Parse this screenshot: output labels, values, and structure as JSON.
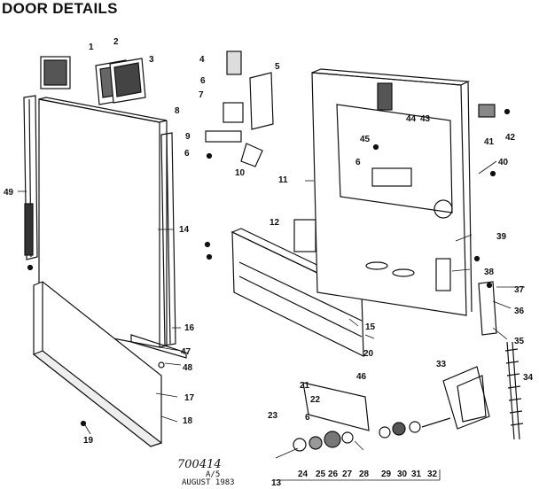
{
  "title": "DOOR DETAILS",
  "notes": {
    "handwritten": "700414",
    "revision": "A/5",
    "date": "AUGUST 1983"
  },
  "callouts": [
    "1",
    "2",
    "3",
    "4",
    "5",
    "6",
    "6",
    "6",
    "7",
    "8",
    "9",
    "10",
    "11",
    "12",
    "13",
    "14",
    "15",
    "16",
    "17",
    "18",
    "19",
    "20",
    "21",
    "22",
    "23",
    "24",
    "25",
    "26",
    "27",
    "28",
    "29",
    "30",
    "31",
    "32",
    "33",
    "34",
    "35",
    "36",
    "37",
    "38",
    "39",
    "40",
    "41",
    "42",
    "43",
    "44",
    "45",
    "46",
    "47",
    "48",
    "49"
  ]
}
